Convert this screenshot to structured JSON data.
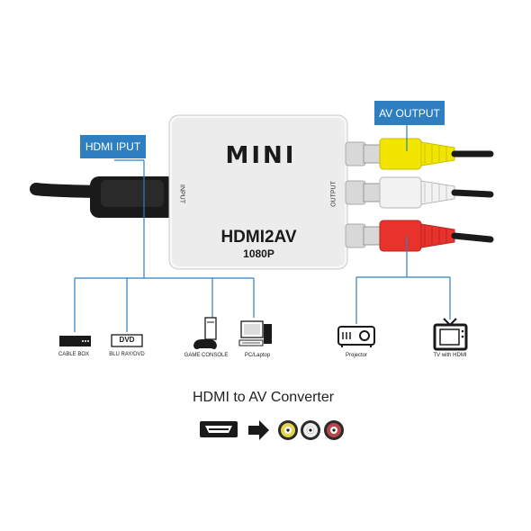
{
  "labels": {
    "hdmi_input": "HDMI IPUT",
    "av_output": "AV OUTPUT"
  },
  "box": {
    "brand": "MINI",
    "model": "HDMI2AV",
    "resolution": "1080P",
    "input_side": "INPUT",
    "output_side": "OUTPUT",
    "color": "#ececec"
  },
  "devices": {
    "left": [
      {
        "label": "CABLE BOX",
        "icon": "cable-box-icon"
      },
      {
        "label": "BLU RAY/DVD",
        "icon": "dvd-icon",
        "icon_text": "DVD"
      },
      {
        "label": "GAME CONSOLE",
        "icon": "game-console-icon"
      },
      {
        "label": "PC/Laptop",
        "icon": "pc-icon"
      }
    ],
    "right": [
      {
        "label": "Projector",
        "icon": "projector-icon"
      },
      {
        "label": "TV with HDMI",
        "icon": "tv-icon"
      }
    ]
  },
  "bottom": {
    "title": "HDMI to AV Converter"
  },
  "colors": {
    "accent": "#2f7fc0",
    "cable_yellow": "#f2e600",
    "cable_white": "#f2f2f2",
    "cable_red": "#e8332d",
    "cable_black": "#1a1a1a"
  }
}
